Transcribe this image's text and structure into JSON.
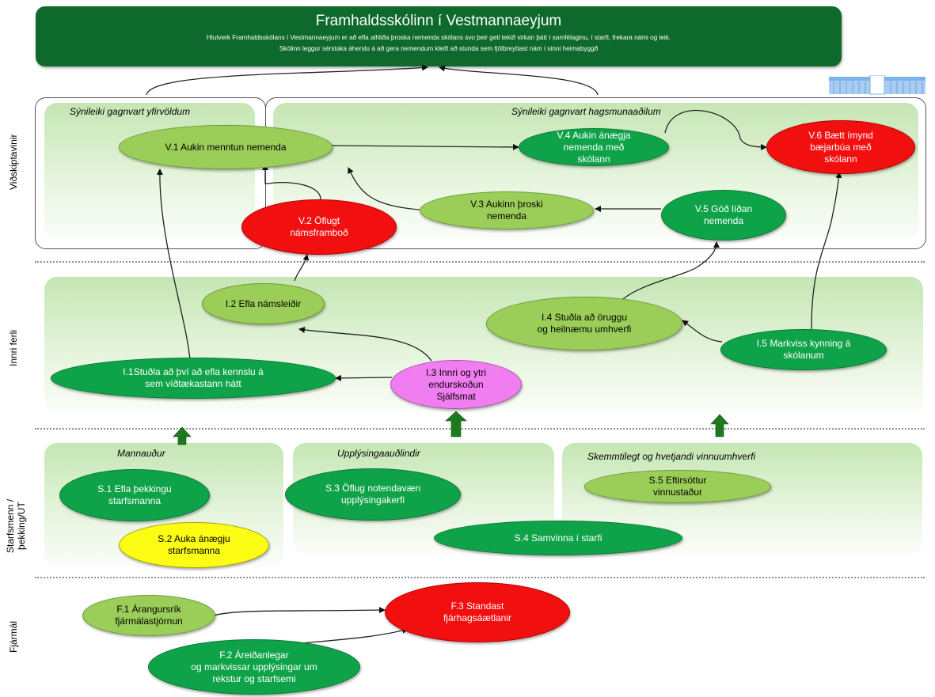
{
  "header": {
    "title": "Framhaldsskólinn í Vestmannaeyjum",
    "text_line1": "Hlutverk Framhaldsskólans í Vestmannaeyjum er að efla alhliða þroska nemenda skólans svo þeir geti tekið virkan þátt í samfélaginu, í starfi, frekara námi og leik.",
    "text_line2": "Skólinn leggur sérstaka áherslu á að gera nemendum kleift að stunda sem fjölbreyttast nám í sinni heimabyggð"
  },
  "perspectives": {
    "customers": "Viðskiptavinir",
    "internal": "Innri ferli",
    "staff": "Starfsmenn / þekking/UT",
    "finance": "Fjármál"
  },
  "section_titles": {
    "authorities": "Sýnileiki gagnvart yfirvöldum",
    "stakeholders": "Sýnileiki gagnvart hagsmunaaðilum",
    "human": "Mannauður",
    "info": "Upplýsingaauðlindir",
    "work_env": "Skemmtilegt og hvetjandi vinnuumhverfi"
  },
  "nodes": {
    "V1": "V.1 Aukin menntun nemenda",
    "V2": "V.2 Öflugt\nnámsframboð",
    "V3": "V.3 Aukinn þroski\nnemenda",
    "V4": "V.4 Aukin ánægja\nnemenda með\nskólann",
    "V5": "V.5 Góð líðan\nnemenda",
    "V6": "V.6 Bætt ímynd\nbæjarbúa með\nskólann",
    "I1": "I.1Stuðla að því að efla kennslu á\nsem víðtækastann hátt",
    "I2": "I.2 Efla námsleiðir",
    "I3": "I.3  Innri og ytri\nendurskoðun\nSjálfsmat",
    "I4": "I.4 Stuðla að öruggu\nog heilnæmu umhverfi",
    "I5": "I.5 Markviss kynning á\nskólanum",
    "S1": "S.1 Efla þekkingu\nstarfsmanna",
    "S2": "S.2 Auka ánægju\nstarfsmanna",
    "S3": "S.3 Öflug notendavæn\nupplýsingakerfi",
    "S4": "S.4 Samvinna í starfi",
    "S5": "S.5 Eftirsóttur\nvinnustaður",
    "F1": "F.1 Árangursrík\nfjármálastjórnun",
    "F2": "F.2 Áreiðanlegar\nog markvissar upplýsingar um\nrekstur og starfsemi",
    "F3": "F.3 Standast\nfjárhagsáætlanir"
  },
  "colors": {
    "dark_green": "#0fa349",
    "light_green": "#9bce58",
    "red": "#f20f0f",
    "yellow": "#fcfc14",
    "pink": "#f17ef0",
    "banner": "#0d6a2c"
  }
}
